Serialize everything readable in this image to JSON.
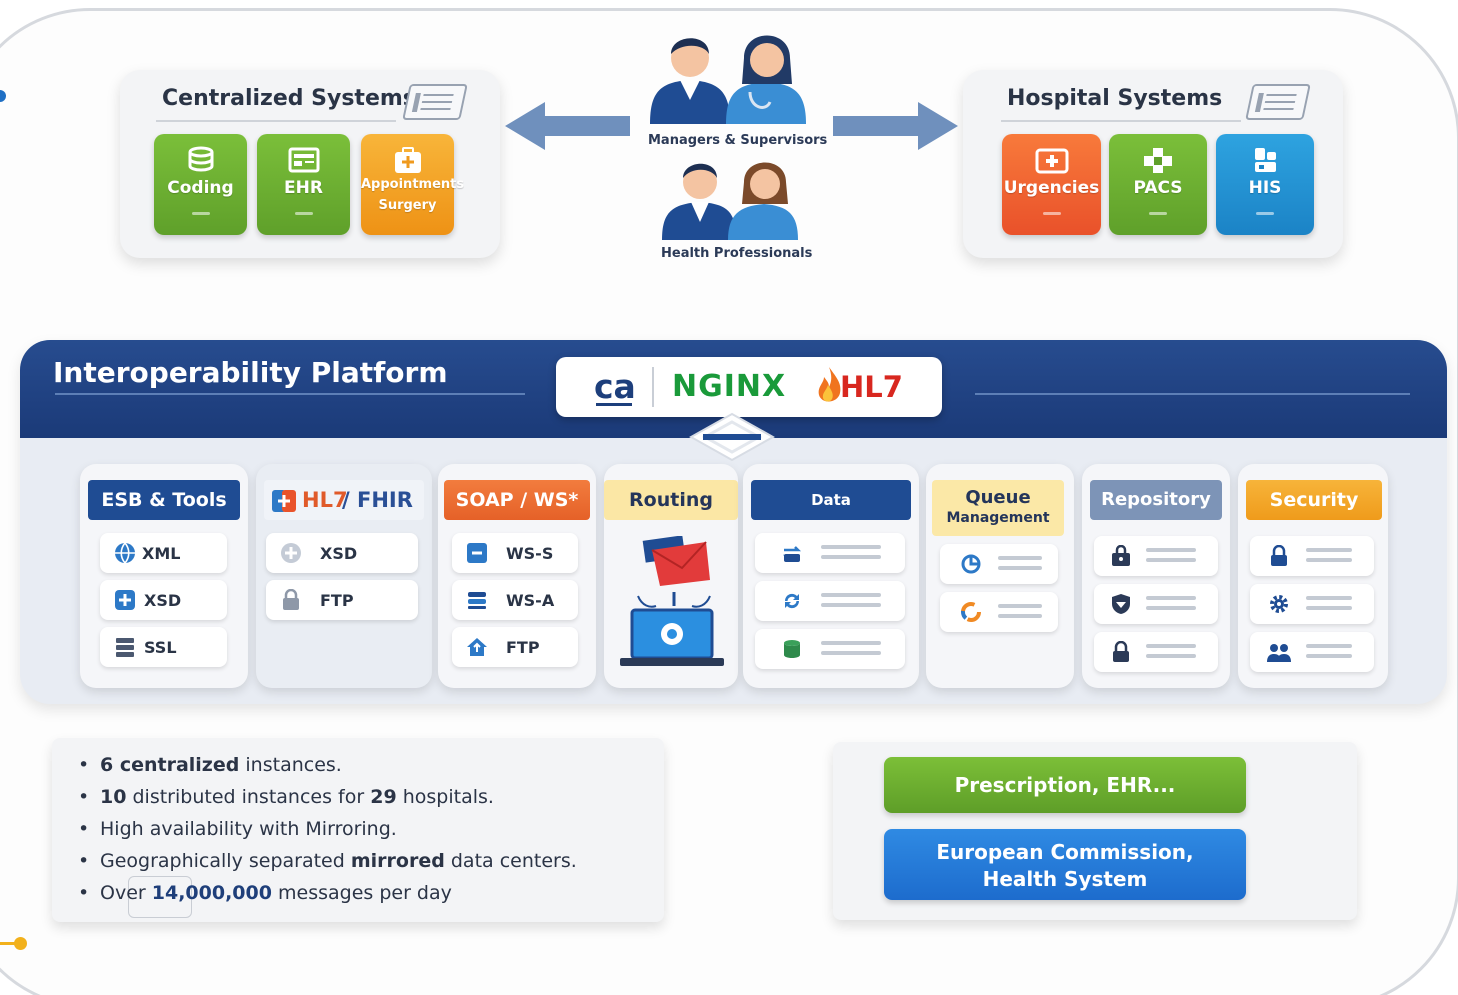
{
  "top": {
    "centralized": {
      "title": "Centralized Systems",
      "tiles": [
        {
          "label": "Coding",
          "icon": "database-icon"
        },
        {
          "label": "EHR",
          "icon": "record-icon"
        },
        {
          "label_lines": [
            "Appointments",
            "Surgery"
          ],
          "icon": "medical-kit-icon"
        }
      ]
    },
    "hospital": {
      "title": "Hospital Systems",
      "tiles": [
        {
          "label": "Urgencies",
          "icon": "first-aid-icon"
        },
        {
          "label": "PACS",
          "icon": "cross-icon"
        },
        {
          "label": "HIS",
          "icon": "building-icon"
        }
      ]
    },
    "managers_label": "Managers & Supervisors",
    "professionals_label": "Health Professionals"
  },
  "platform": {
    "title": "Interoperability Platform",
    "logos": {
      "ca": "ca",
      "nginx": "NGINX",
      "hl7": "HL7"
    },
    "columns": [
      {
        "title": "ESB & Tools",
        "items": [
          "XML",
          "XSD",
          "SSL"
        ]
      },
      {
        "title_parts": [
          "HL7",
          " / FHIR"
        ],
        "items": [
          "XSD",
          "FTP"
        ]
      },
      {
        "title": "SOAP / WS*",
        "items": [
          "WS-S",
          "WS-A",
          "FTP"
        ]
      },
      {
        "title": "Routing"
      },
      {
        "title": "Data Transformation"
      },
      {
        "title_lines": [
          "Queue",
          "Management"
        ]
      },
      {
        "title": "Repository"
      },
      {
        "title": "Security"
      }
    ]
  },
  "facts": {
    "b1": {
      "strong": "6 centralized",
      "rest": " instances."
    },
    "b2": {
      "strong1": "10",
      "mid": " distributed instances for ",
      "strong2": "29",
      "rest": " hospitals."
    },
    "b3": "High availability with Mirroring.",
    "b4": {
      "pre": "Geographically separated ",
      "strong": "mirrored",
      "rest": " data centers."
    },
    "b5": {
      "pre": "Over ",
      "strong": "14,000,000",
      "rest": " messages per day"
    }
  },
  "buttons": {
    "prescription": "Prescription, EHR...",
    "european": [
      "European Commission,",
      "Health System"
    ]
  },
  "colors": {
    "navy": "#1f4c93",
    "green": "#6aad30",
    "orange": "#f0962a",
    "red": "#ec5a2e",
    "blue": "#2393d6"
  }
}
